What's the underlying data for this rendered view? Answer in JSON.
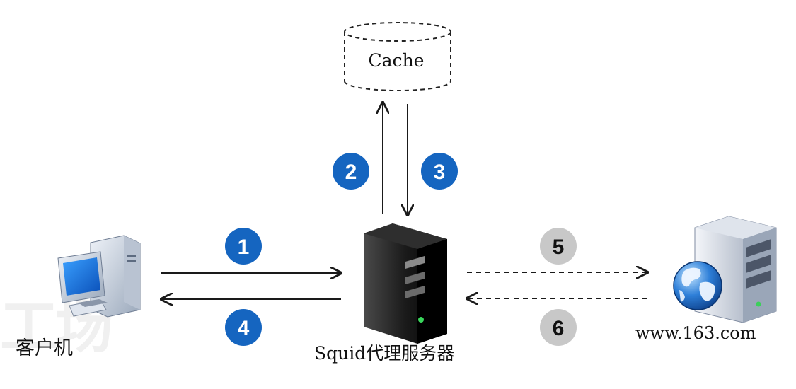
{
  "diagram": {
    "cache_label": "Cache",
    "client_label": "客户机",
    "proxy_label": "Squid代理服务器",
    "web_server_label": "www.163.com",
    "steps": [
      {
        "number": "1",
        "style": "blue"
      },
      {
        "number": "2",
        "style": "blue"
      },
      {
        "number": "3",
        "style": "blue"
      },
      {
        "number": "4",
        "style": "blue"
      },
      {
        "number": "5",
        "style": "gray"
      },
      {
        "number": "6",
        "style": "gray"
      }
    ]
  },
  "watermark_text": "工场",
  "colors": {
    "step_blue": "#1565c0",
    "step_gray": "#c8c8c8",
    "arrow": "#1a1a1a"
  }
}
